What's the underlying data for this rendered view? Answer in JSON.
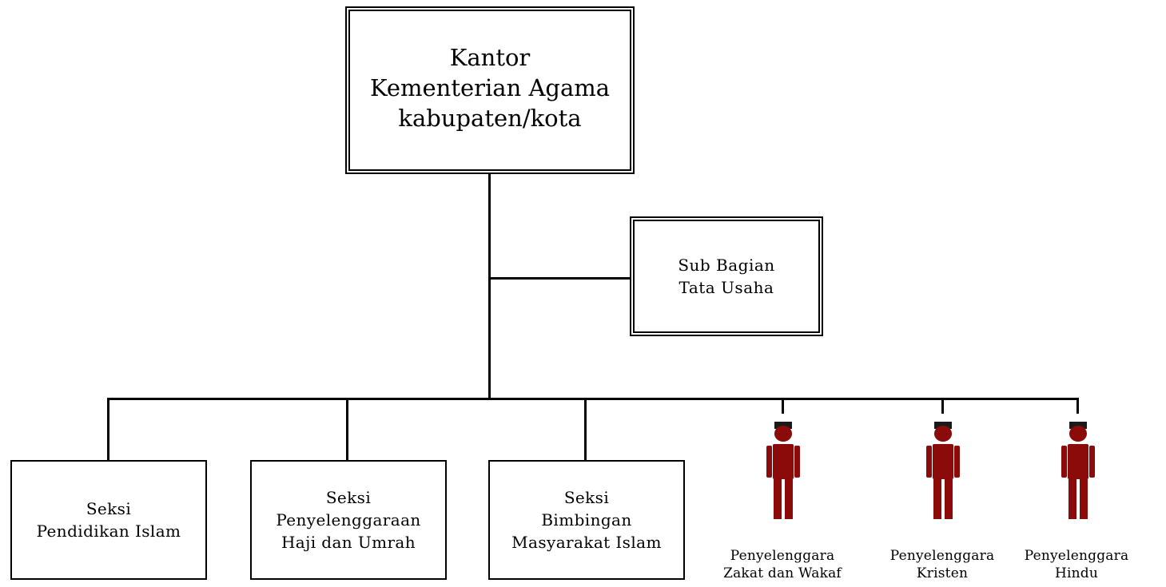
{
  "head": {
    "lines": [
      "Kantor",
      "Kementerian Agama",
      "kabupaten/kota"
    ]
  },
  "subbagian": {
    "lines": [
      "Sub Bagian",
      "Tata Usaha"
    ]
  },
  "sections": [
    {
      "lines": [
        "Seksi",
        "Pendidikan Islam"
      ]
    },
    {
      "lines": [
        "Seksi",
        "Penyelenggaraan",
        "Haji dan Umrah"
      ]
    },
    {
      "lines": [
        "Seksi",
        "Bimbingan",
        "Masyarakat Islam"
      ]
    }
  ],
  "officials": [
    {
      "lines": [
        "Penyelenggara",
        "Zakat dan Wakaf"
      ]
    },
    {
      "lines": [
        "Penyelenggara",
        "Kristen"
      ]
    },
    {
      "lines": [
        "Penyelenggara",
        "Hindu"
      ]
    }
  ],
  "colors": {
    "person_body": "#8b0a0a",
    "person_cap": "#1a1a1a",
    "lines": "#000000"
  },
  "icons": {
    "person": "person-icon"
  }
}
